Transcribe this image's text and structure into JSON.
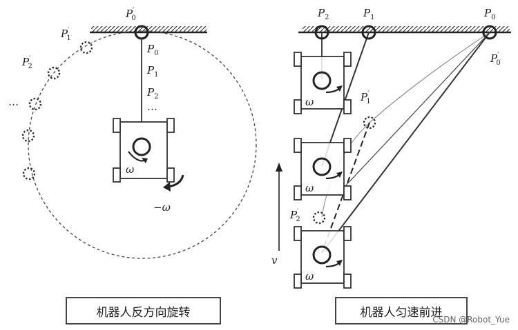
{
  "left_panel": {
    "top_label": {
      "main": "P",
      "sup": "′",
      "sub": "0"
    },
    "stack_labels": [
      {
        "main": "P",
        "sub": "0"
      },
      {
        "main": "P",
        "sub": "1"
      },
      {
        "main": "P",
        "sub": "2"
      }
    ],
    "stack_dots": "…",
    "circle_labels": [
      {
        "main": "P",
        "sup": "′",
        "sub": "1"
      },
      {
        "main": "P",
        "sup": "′",
        "sub": "2"
      }
    ],
    "circle_dots": "…",
    "robot_omega": "ω",
    "rotation_label": "−ω",
    "caption": "机器人反方向旋转"
  },
  "right_panel": {
    "top_labels": [
      {
        "main": "P",
        "sub": "2"
      },
      {
        "main": "P",
        "sub": "1"
      },
      {
        "main": "P",
        "sub": "0"
      }
    ],
    "p0_prime": {
      "main": "P",
      "sup": "′",
      "sub": "0"
    },
    "p1_prime": {
      "main": "P",
      "sup": "′",
      "sub": "1"
    },
    "p2_prime": {
      "main": "P",
      "sup": "′",
      "sub": "2"
    },
    "robot_omegas": [
      "ω",
      "ω",
      "ω"
    ],
    "velocity_label": "v",
    "caption": "机器人匀速前进"
  },
  "watermark": "CSDN @Robot_Yue"
}
